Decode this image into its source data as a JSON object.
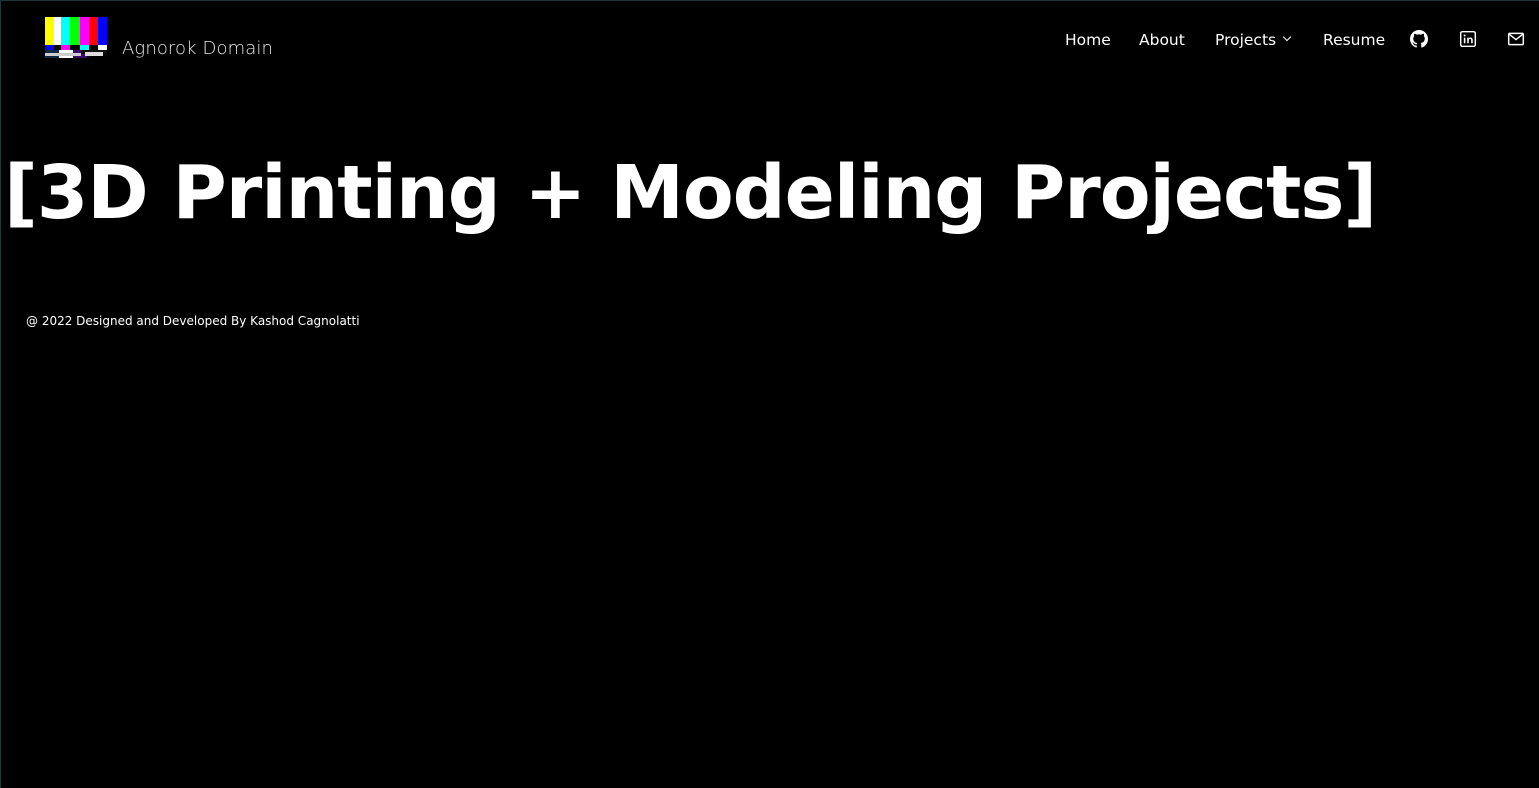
{
  "header": {
    "brand_name": "Agnorok Domain",
    "logo_icon": "tv-color-bars-logo-icon"
  },
  "nav": {
    "items": [
      {
        "label": "Home"
      },
      {
        "label": "About"
      },
      {
        "label": "Projects"
      },
      {
        "label": "Resume"
      }
    ],
    "icons": [
      "github-icon",
      "linkedin-icon",
      "mail-icon"
    ]
  },
  "main": {
    "title": "[3D Printing + Modeling Projects]"
  },
  "footer": {
    "text": "@ 2022 Designed and Developed By Kashod Cagnolatti"
  },
  "colors": {
    "background": "#000000",
    "text": "#ffffff",
    "bars": [
      "#ffff00",
      "#00ffff",
      "#00ff00",
      "#ff00ff",
      "#ff0000",
      "#0000ff"
    ]
  }
}
